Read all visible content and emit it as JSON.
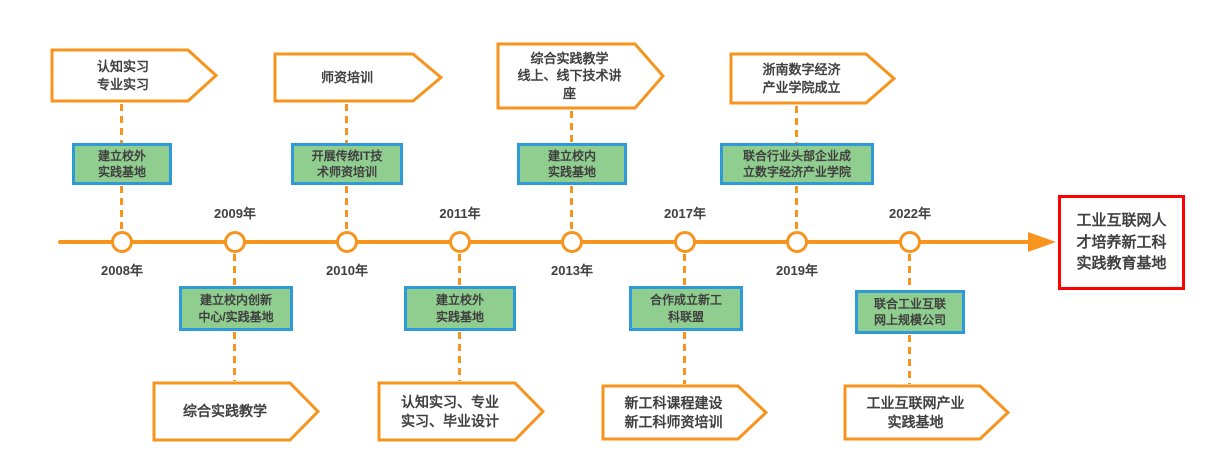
{
  "diagram": {
    "type": "timeline",
    "endpoint": "工业互联网人\n才培养新工科\n实践教育基地",
    "milestones": [
      {
        "year": "2008年",
        "side": "top",
        "pentagon": "认知实习\n专业实习",
        "box": "建立校外\n实践基地"
      },
      {
        "year": "2009年",
        "side": "bottom",
        "pentagon": "综合实践教学",
        "box": "建立校内创新\n中心/实践基地"
      },
      {
        "year": "2010年",
        "side": "top",
        "pentagon": "师资培训",
        "box": "开展传统IT技\n术师资培训"
      },
      {
        "year": "2011年",
        "side": "bottom",
        "pentagon": "认知实习、专业\n实习、毕业设计",
        "box": "建立校外\n实践基地"
      },
      {
        "year": "2013年",
        "side": "top",
        "pentagon": "综合实践教学\n线上、线下技术讲\n座",
        "box": "建立校内\n实践基地"
      },
      {
        "year": "2017年",
        "side": "bottom",
        "pentagon": "新工科课程建设\n新工科师资培训",
        "box": "合作成立新工\n科联盟"
      },
      {
        "year": "2019年",
        "side": "top",
        "pentagon": "浙南数字经济\n产业学院成立",
        "box": "联合行业头部企业成\n立数字经济产业学院"
      },
      {
        "year": "2022年",
        "side": "bottom",
        "pentagon": "工业互联网产业\n实践基地",
        "box": "联合工业互联\n网上规模公司"
      }
    ],
    "colors": {
      "orange": "#F7941D",
      "green_fill": "#90CE90",
      "blue_border": "#2E9BD8",
      "red_border": "#FF0000",
      "text": "#404040"
    }
  }
}
